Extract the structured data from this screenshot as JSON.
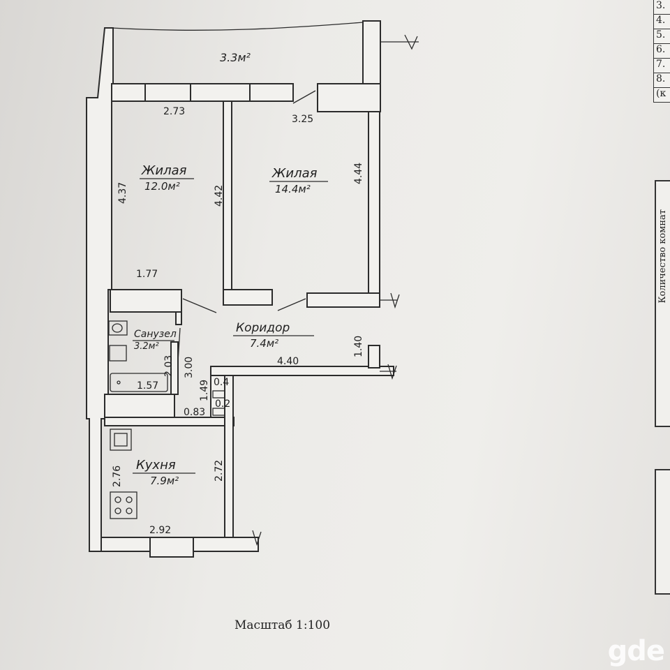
{
  "plan": {
    "balcony": {
      "area": "3.3м²"
    },
    "rooms": [
      {
        "key": "living1",
        "name": "Жилая",
        "area": "12.0м²"
      },
      {
        "key": "living2",
        "name": "Жилая",
        "area": "14.4м²"
      },
      {
        "key": "corridor",
        "name": "Коридор",
        "area": "7.4м²"
      },
      {
        "key": "bathroom",
        "name": "Санузел",
        "area": "3.2м²"
      },
      {
        "key": "kitchen",
        "name": "Кухня",
        "area": "7.9м²"
      }
    ],
    "dimensions": {
      "living1_width": "2.73",
      "balcony_door": "3.25",
      "living1_height": "4.37",
      "living1_right": "4.42",
      "living2_height": "4.44",
      "hall_top": "1.77",
      "corridor_right": "1.40",
      "corridor_bottom": "4.40",
      "bath_height": "2.03",
      "bath_right": "3.00",
      "tub_width": "1.57",
      "niche_1": "1.49",
      "niche_2": "0.4",
      "niche_3": "0.2",
      "niche_4": "0.83",
      "kitchen_height": "2.76",
      "kitchen_right": "2.72",
      "kitchen_width": "2.92"
    },
    "scale_caption": "Масштаб 1:100"
  },
  "side": {
    "rows": [
      "3.",
      "4.",
      "5.",
      "6.",
      "7.",
      "8.",
      "(к"
    ],
    "vertical_header": "Количество комнат"
  },
  "watermark": "gde"
}
